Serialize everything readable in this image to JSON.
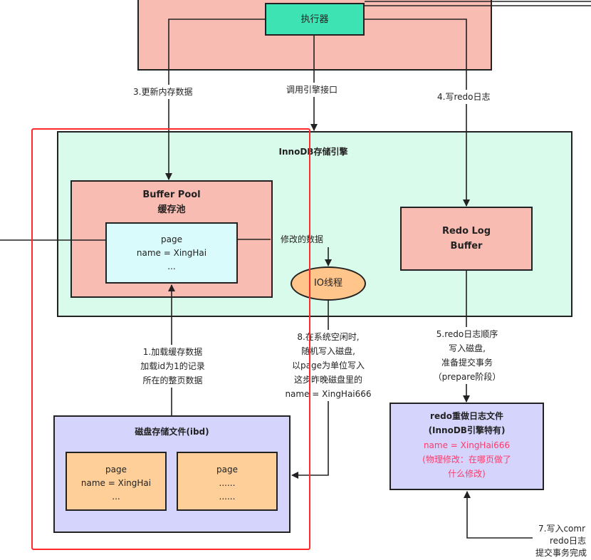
{
  "executor": {
    "label": "执行器"
  },
  "engine": {
    "title": "InnoDB存储引擎"
  },
  "buffer_pool": {
    "title_line1": "Buffer Pool",
    "title_line2": "缓存池",
    "page": {
      "line1": "page",
      "line2": "name = XingHai",
      "line3": "..."
    }
  },
  "redo_log_buffer": {
    "line1": "Redo Log",
    "line2": "Buffer"
  },
  "io_thread": {
    "label": "IO线程"
  },
  "modified_data": {
    "label": "修改的数据"
  },
  "disk_file": {
    "title": "磁盘存储文件(ibd)",
    "page_a": {
      "line1": "page",
      "line2": "name = XingHai",
      "line3": "..."
    },
    "page_b": {
      "line1": "page",
      "line2": "......",
      "line3": "......"
    }
  },
  "redo_file": {
    "line1": "redo重做日志文件",
    "line2": "(InnoDB引擎特有)",
    "line3": "name = XingHai666",
    "line4": "(物理修改：在哪页做了",
    "line5": "什么修改)",
    "highlight_color": "#ff3b6b"
  },
  "steps": {
    "step3": "3.更新内存数据",
    "call_engine": "调用引擎接口",
    "step4": "4.写redo日志",
    "step1": {
      "line1": "1.加载缓存数据",
      "line2": "加载id为1的记录",
      "line3": "所在的整页数据"
    },
    "step8": {
      "line1": "8.在系统空闲时,",
      "line2": "随机写入磁盘,",
      "line3": "以page为单位写入",
      "line4": "这步昨晚磁盘里的",
      "line5": "name = XingHai666"
    },
    "step5": {
      "line1": "5.redo日志顺序",
      "line2": "写入磁盘,",
      "line3": "准备提交事务",
      "line4": "（prepare阶段）"
    },
    "step7": {
      "line1": "7.写入comr",
      "line2": "redo日志",
      "line3": "提交事务完成"
    }
  },
  "colors": {
    "server_box": "#f8bcb2",
    "executor": "#3de3b2",
    "engine_bg": "#d9fbeb",
    "buffer_pool": "#f8bcb2",
    "page_box": "#d9fbfc",
    "io_thread": "#ffc58a",
    "disk_bg": "#d4d4fc",
    "disk_page": "#ffcf99",
    "highlight_frame": "#ff2a2a"
  }
}
